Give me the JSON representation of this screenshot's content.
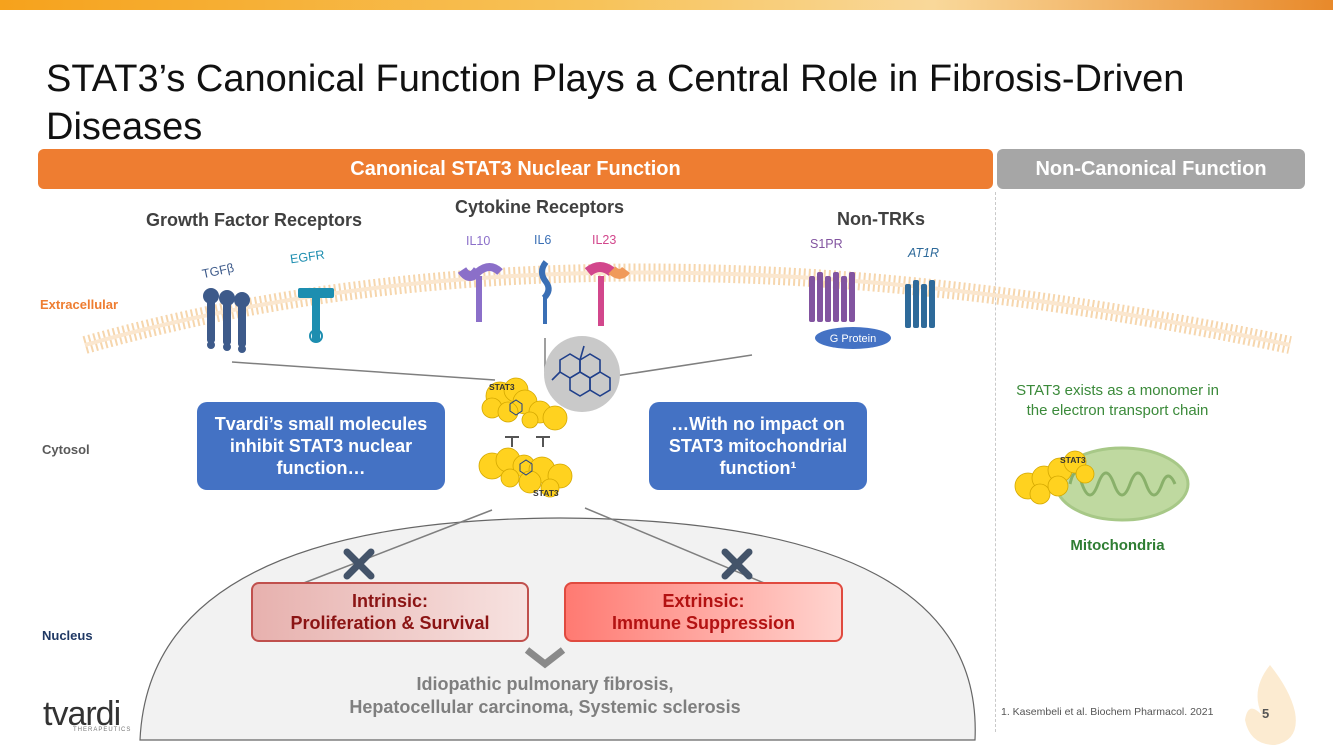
{
  "title": "STAT3’s Canonical Function Plays a Central Role in Fibrosis-Driven Diseases",
  "banners": {
    "canonical": "Canonical STAT3 Nuclear Function",
    "non_canonical": "Non-Canonical Function"
  },
  "regions": {
    "extracellular": "Extracellular",
    "cytosol": "Cytosol",
    "nucleus": "Nucleus"
  },
  "receptor_groups": {
    "growth_factor": "Growth Factor Receptors",
    "cytokine": "Cytokine Receptors",
    "non_trk": "Non-TRKs"
  },
  "receptors": {
    "tgfb": "TGFβ",
    "egfr": "EGFR",
    "il10": "IL10",
    "il6": "IL6",
    "il23": "IL23",
    "s1pr": "S1PR",
    "at1r": "AT1R",
    "g_protein": "G Protein"
  },
  "protein_label": "STAT3",
  "callouts": {
    "left": "Tvardi’s small molecules inhibit STAT3 nuclear function…",
    "right": "…With no impact on STAT3 mitochondrial function¹"
  },
  "nucleus_boxes": {
    "intrinsic": "Intrinsic:\nProliferation & Survival",
    "extrinsic": "Extrinsic:\nImmune Suppression"
  },
  "diseases": "Idiopathic pulmonary fibrosis,\nHepatocellular carcinoma, Systemic sclerosis",
  "non_canonical": {
    "monomer_text": "STAT3 exists as a monomer in the electron transport chain",
    "mitochondria": "Mitochondria"
  },
  "footnote": "1. Kasembeli et al. Biochem Pharmacol. 2021",
  "page_number": "5",
  "logo": {
    "name": "tvardi",
    "tagline": "THERAPEUTICS"
  },
  "colors": {
    "canonical_banner": "#ee7d31",
    "non_canonical_banner": "#a6a6a6",
    "callout_blue": "#4472c4",
    "region_extracellular": "#ee7d31",
    "region_other": "#595959",
    "mito_green": "#2e7d32"
  }
}
